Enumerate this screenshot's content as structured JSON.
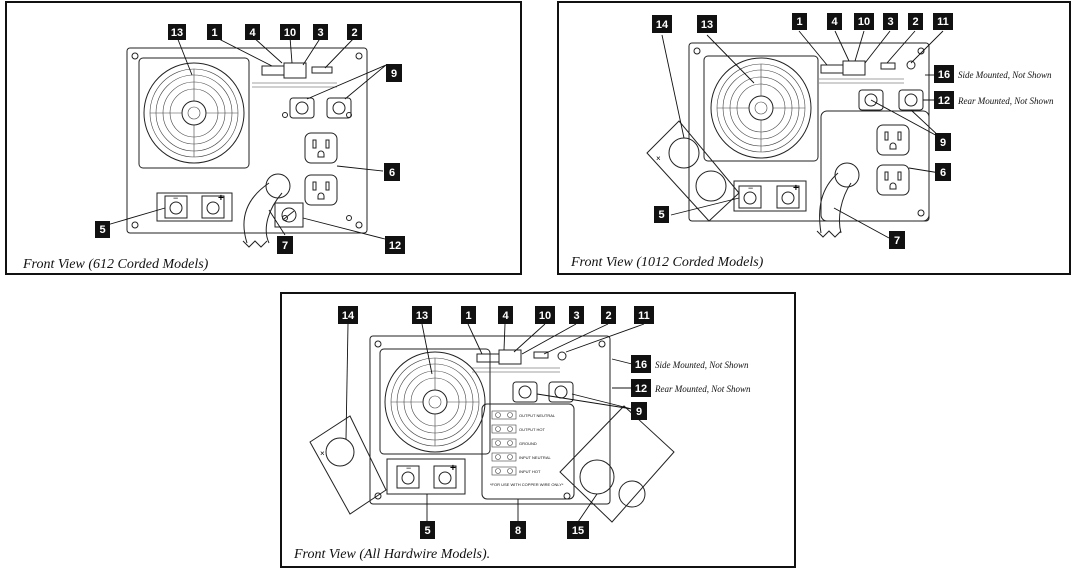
{
  "panels": [
    {
      "id": "612-corded",
      "caption": "Front View (612 Corded Models)",
      "callouts": [
        "13",
        "1",
        "4",
        "10",
        "3",
        "2",
        "9",
        "6",
        "5",
        "7",
        "12"
      ]
    },
    {
      "id": "1012-corded",
      "caption": "Front View (1012 Corded Models)",
      "callouts": [
        "14",
        "13",
        "1",
        "4",
        "10",
        "3",
        "2",
        "11",
        "16",
        "12",
        "9",
        "6",
        "5",
        "7"
      ],
      "notes": {
        "side_mounted": "Side Mounted, Not Shown",
        "rear_mounted": "Rear Mounted, Not Shown"
      }
    },
    {
      "id": "all-hardwire",
      "caption": "Front View (All Hardwire Models).",
      "callouts": [
        "14",
        "13",
        "1",
        "4",
        "10",
        "3",
        "2",
        "11",
        "16",
        "12",
        "9",
        "5",
        "8",
        "15"
      ],
      "notes": {
        "side_mounted": "Side Mounted, Not Shown",
        "rear_mounted": "Rear Mounted, Not Shown"
      },
      "terminal_labels": [
        "OUTPUT NEUTRAL",
        "OUTPUT HOT",
        "GROUND",
        "INPUT NEUTRAL",
        "INPUT HOT"
      ],
      "terminal_note": "*FOR USE WITH COPPER WIRE ONLY*"
    }
  ],
  "battery_terminal_symbols": {
    "negative": "−",
    "positive": "+"
  }
}
